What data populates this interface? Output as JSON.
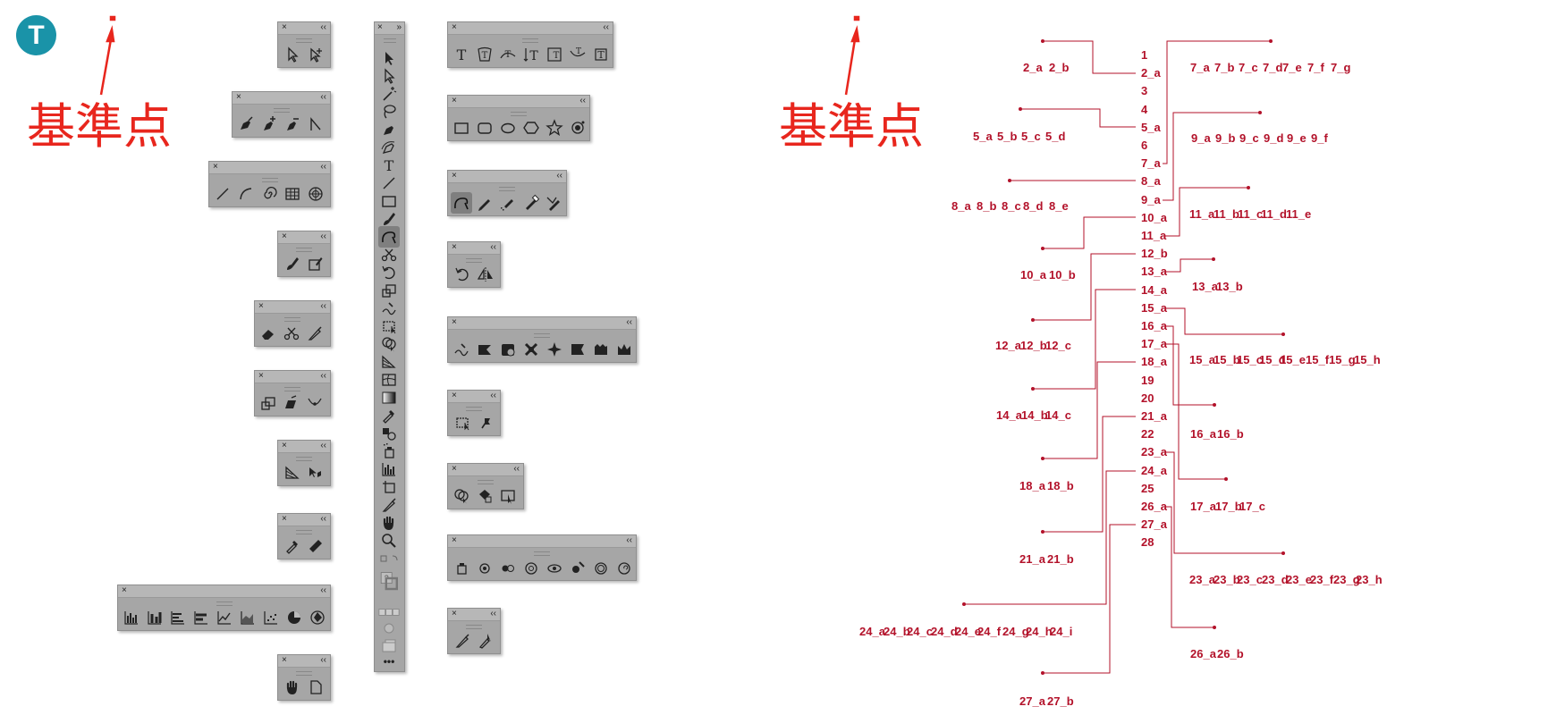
{
  "badge": "T",
  "reference_point_label": "基準点",
  "panel_close": "×",
  "panel_collapse": "‹‹",
  "toolbar_header": "»",
  "toolbar_more": "•••",
  "tool_numbers": [
    "1",
    "2_a",
    "3",
    "4",
    "5_a",
    "6",
    "7_a",
    "8_a",
    "9_a",
    "10_a",
    "11_a",
    "12_b",
    "13_a",
    "14_a",
    "15_a",
    "16_a",
    "17_a",
    "18_a",
    "19",
    "20",
    "21_a",
    "22",
    "23_a",
    "24_a",
    "25",
    "26_a",
    "27_a",
    "28"
  ],
  "callouts": {
    "g2": [
      "2_a",
      "2_b"
    ],
    "g5": [
      "5_a",
      "5_b",
      "5_c",
      "5_d"
    ],
    "g7": [
      "7_a",
      "7_b",
      "7_c",
      "7_d",
      "7_e",
      "7_f",
      "7_g"
    ],
    "g8": [
      "8_a",
      "8_b",
      "8_c",
      "8_d",
      "8_e"
    ],
    "g9": [
      "9_a",
      "9_b",
      "9_c",
      "9_d",
      "9_e",
      "9_f"
    ],
    "g10": [
      "10_a",
      "10_b"
    ],
    "g11": [
      "11_a",
      "11_b",
      "11_c",
      "11_d",
      "11_e"
    ],
    "g12": [
      "12_a",
      "12_b",
      "12_c"
    ],
    "g13": [
      "13_a",
      "13_b"
    ],
    "g14": [
      "14_a",
      "14_b",
      "14_c"
    ],
    "g15": [
      "15_a",
      "15_b",
      "15_c",
      "15_d",
      "15_e",
      "15_f",
      "15_g",
      "15_h"
    ],
    "g16": [
      "16_a",
      "16_b"
    ],
    "g17": [
      "17_a",
      "17_b",
      "17_c"
    ],
    "g18": [
      "18_a",
      "18_b"
    ],
    "g21": [
      "21_a",
      "21_b"
    ],
    "g23": [
      "23_a",
      "23_b",
      "23_c",
      "23_d",
      "23_e",
      "23_f",
      "23_g",
      "23_h"
    ],
    "g24": [
      "24_a",
      "24_b",
      "24_c",
      "24_d",
      "24_e",
      "24_f",
      "24_g",
      "24_h",
      "24_i"
    ],
    "g26": [
      "26_a",
      "26_b"
    ],
    "g27": [
      "27_a",
      "27_b"
    ]
  },
  "colors": {
    "accent_red": "#e8261d",
    "label_red": "#b3122a",
    "panel_gray": "#a6a6a6",
    "badge_teal": "#1a93a8"
  }
}
